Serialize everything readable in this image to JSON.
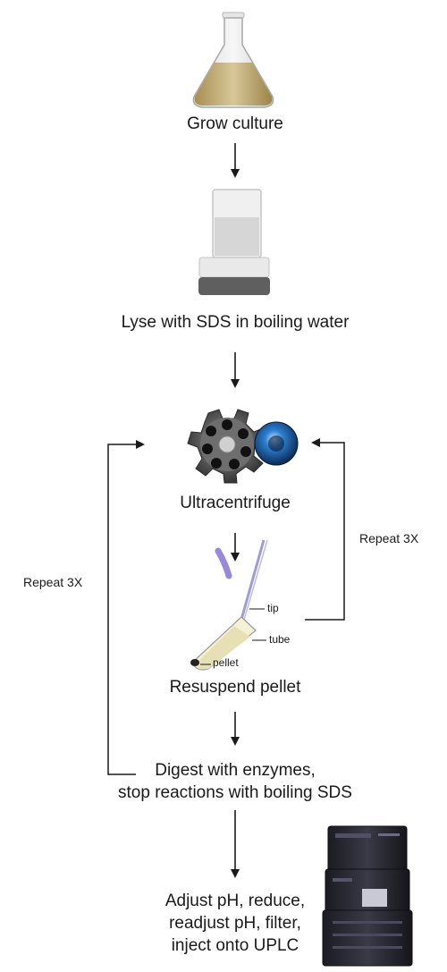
{
  "steps": {
    "grow": "Grow culture",
    "lyse": "Lyse with SDS in boiling water",
    "centrifuge": "Ultracentrifuge",
    "resuspend": "Resuspend pellet",
    "digest_line1": "Digest with enzymes,",
    "digest_line2": "stop reactions with boiling SDS",
    "final_line1": "Adjust pH, reduce,",
    "final_line2": "readjust pH, filter,",
    "final_line3": "inject onto UPLC"
  },
  "loops": {
    "left": "Repeat 3X",
    "right": "Repeat 3X"
  },
  "tube_labels": {
    "tip": "tip",
    "tube": "tube",
    "pellet": "pellet"
  },
  "icons": [
    "flask-icon",
    "heat-block-icon",
    "rotor-icon",
    "rotor-lid-icon",
    "pipette-tube-icon",
    "uplc-instrument-icon"
  ]
}
